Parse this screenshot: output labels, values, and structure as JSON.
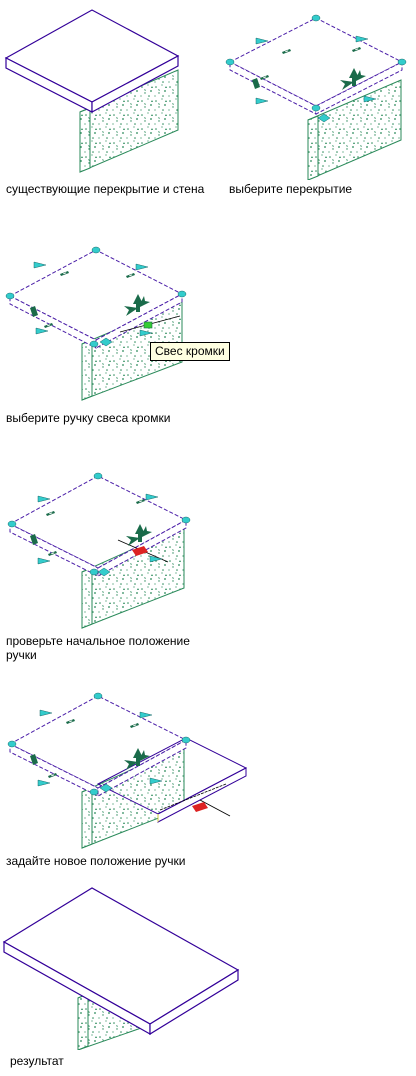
{
  "captions": {
    "step1": "существующие перекрытие и стена",
    "step2": "выберите перекрытие",
    "step3": "выберите ручку свеса кромки",
    "step4": "проверьте начальное положение\nручки",
    "step5": "задайте новое положение ручки",
    "step6": "результат"
  },
  "tooltip": {
    "label": "Свес кромки"
  },
  "colors": {
    "outline": "#330099",
    "wall": "#2a8a5a",
    "grip_cyan": "#33cccc",
    "grip_green": "#1a6b4a",
    "dashed": "#4b1fa8",
    "red_grip": "#dd2222",
    "yellow_line": "#cccc44",
    "tooltip_bg": "#ffffe1"
  },
  "icons": [
    "triangle-grip-icon",
    "diamond-grip-icon",
    "arrow-grip-icon",
    "rect-grip-icon",
    "circle-grip-icon"
  ]
}
